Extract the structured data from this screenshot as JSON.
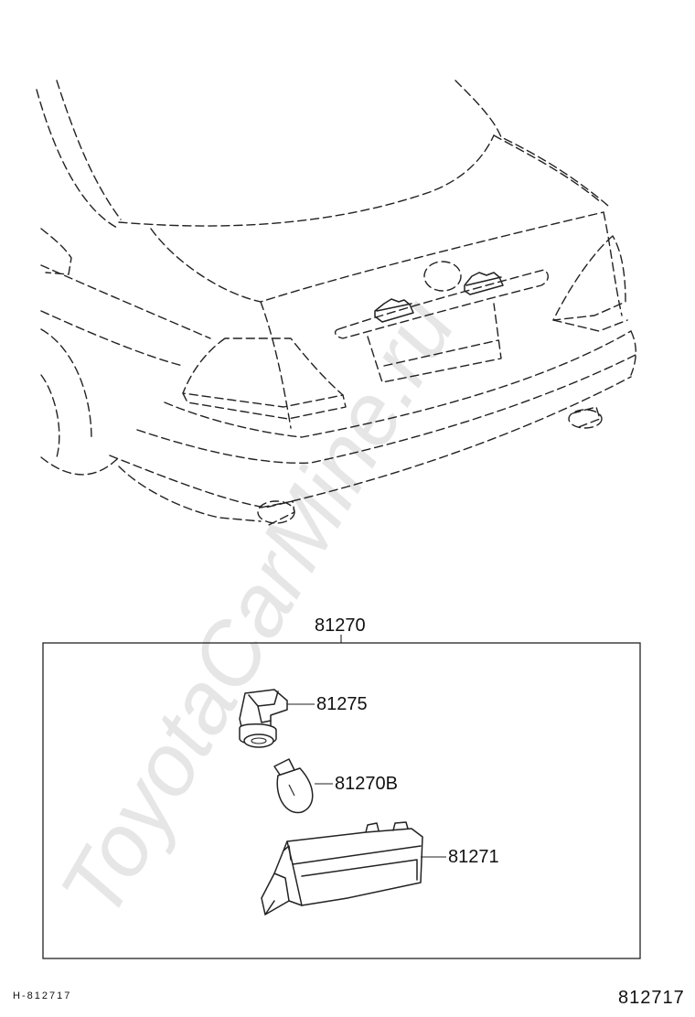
{
  "watermark": "ToyotaCarMine.ru",
  "assembly_label": "81270",
  "parts": [
    {
      "code": "81275"
    },
    {
      "code": "81270B"
    },
    {
      "code": "81271"
    }
  ],
  "footer": {
    "left_code": "H-812717",
    "right_code": "812717"
  }
}
